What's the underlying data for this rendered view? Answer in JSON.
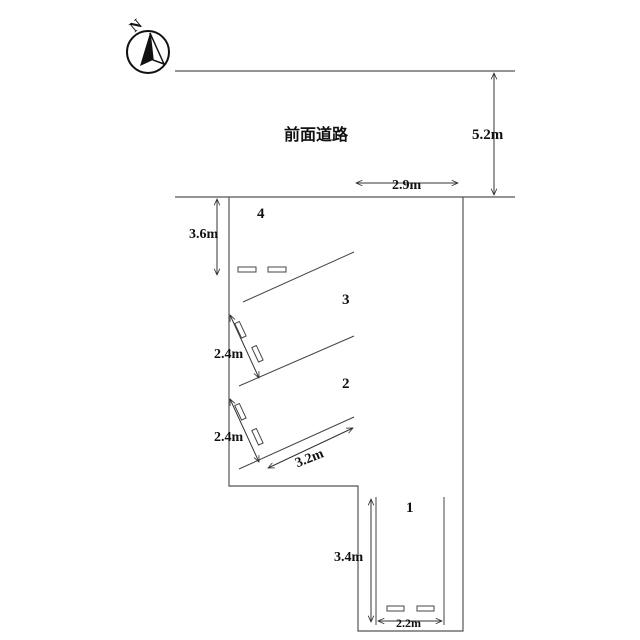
{
  "compass": {
    "label": "N",
    "icon": "north-arrow-icon"
  },
  "road": {
    "label": "前面道路",
    "width_label": "5.2m"
  },
  "frontage": {
    "label": "2.9m"
  },
  "spaces": [
    {
      "number": "4",
      "depth_label": "3.6m"
    },
    {
      "number": "3",
      "depth_label": "2.4m"
    },
    {
      "number": "2",
      "depth_label": "2.4m",
      "length_label": "3.2m"
    },
    {
      "number": "1",
      "length_label": "3.4m",
      "width_label": "2.2m"
    }
  ]
}
